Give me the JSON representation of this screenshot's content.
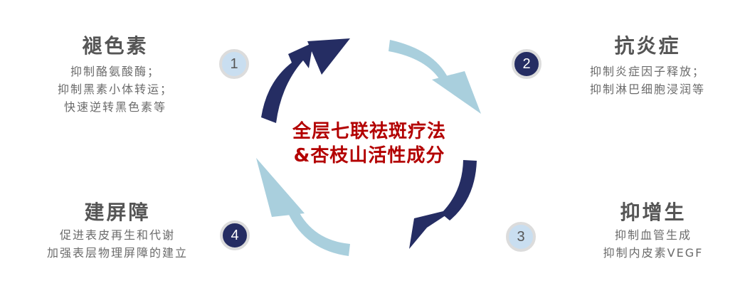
{
  "center": {
    "line1": "全层七联祛斑疗法",
    "line2": "&杏枝山活性成分"
  },
  "items": [
    {
      "number": "1",
      "title": "褪色素",
      "lines": [
        "抑制酪氨酸酶；",
        "抑制黑素小体转运；",
        "快速逆转黑色素等"
      ]
    },
    {
      "number": "2",
      "title": "抗炎症",
      "lines": [
        "抑制炎症因子释放；",
        "抑制淋巴细胞浸润等"
      ]
    },
    {
      "number": "3",
      "title": "抑增生",
      "lines": [
        "抑制血管生成",
        "抑制内皮素VEGF"
      ]
    },
    {
      "number": "4",
      "title": "建屏障",
      "lines": [
        "促进表皮再生和代谢",
        "加强表层物理屏障的建立"
      ]
    }
  ],
  "colors": {
    "dark": "#252d63",
    "light": "#a9cfdd",
    "center_text": "#b30000"
  }
}
